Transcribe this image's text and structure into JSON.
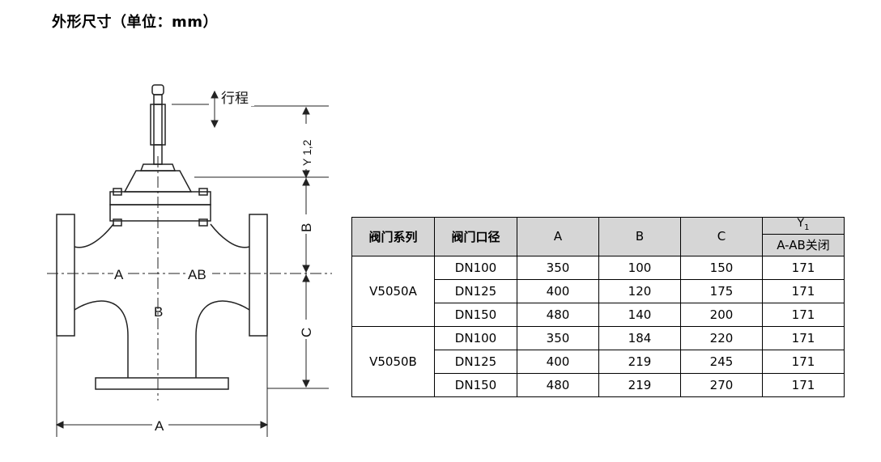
{
  "title": "外形尺寸（单位：mm）",
  "drawing": {
    "labels": {
      "stroke": "行程",
      "y12": "Y 1,2",
      "b_right": "B",
      "c_right": "C",
      "a_port": "A",
      "ab_port": "AB",
      "b_port": "B",
      "a_bottom": "A"
    }
  },
  "table": {
    "headers": {
      "series": "阀门系列",
      "size": "阀门口径",
      "a": "A",
      "b": "B",
      "c": "C",
      "y_main": "Y",
      "y_sub": "1",
      "y_detail": "A-AB关闭"
    },
    "groups": [
      {
        "series": "V5050A",
        "rows": [
          {
            "size": "DN100",
            "a": "350",
            "b": "100",
            "c": "150",
            "y1": "171"
          },
          {
            "size": "DN125",
            "a": "400",
            "b": "120",
            "c": "175",
            "y1": "171"
          },
          {
            "size": "DN150",
            "a": "480",
            "b": "140",
            "c": "200",
            "y1": "171"
          }
        ]
      },
      {
        "series": "V5050B",
        "rows": [
          {
            "size": "DN100",
            "a": "350",
            "b": "184",
            "c": "220",
            "y1": "171"
          },
          {
            "size": "DN125",
            "a": "400",
            "b": "219",
            "c": "245",
            "y1": "171"
          },
          {
            "size": "DN150",
            "a": "480",
            "b": "219",
            "c": "270",
            "y1": "171"
          }
        ]
      }
    ]
  }
}
